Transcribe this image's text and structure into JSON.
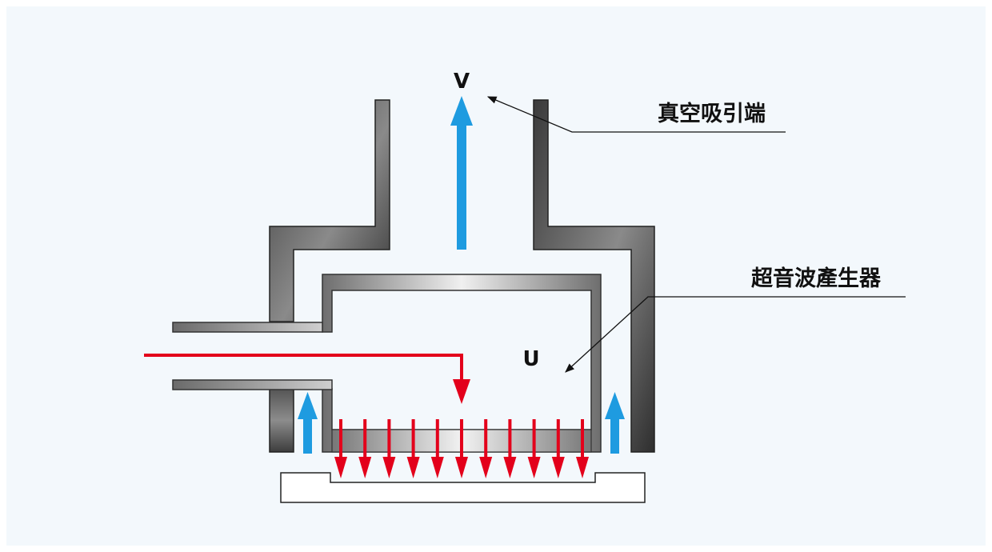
{
  "labels": {
    "v": "V",
    "u": "U",
    "vacuum_suction_port": "真空吸引端",
    "ultrasonic_generator": "超音波產生器"
  },
  "colors": {
    "background": "#f3f8fc",
    "flow_in": "#e3001b",
    "flow_up": "#1e9be0",
    "outer_housing": "#4a4a4a",
    "inner_housing": "#a8a8a8",
    "leader_line": "#111111"
  }
}
